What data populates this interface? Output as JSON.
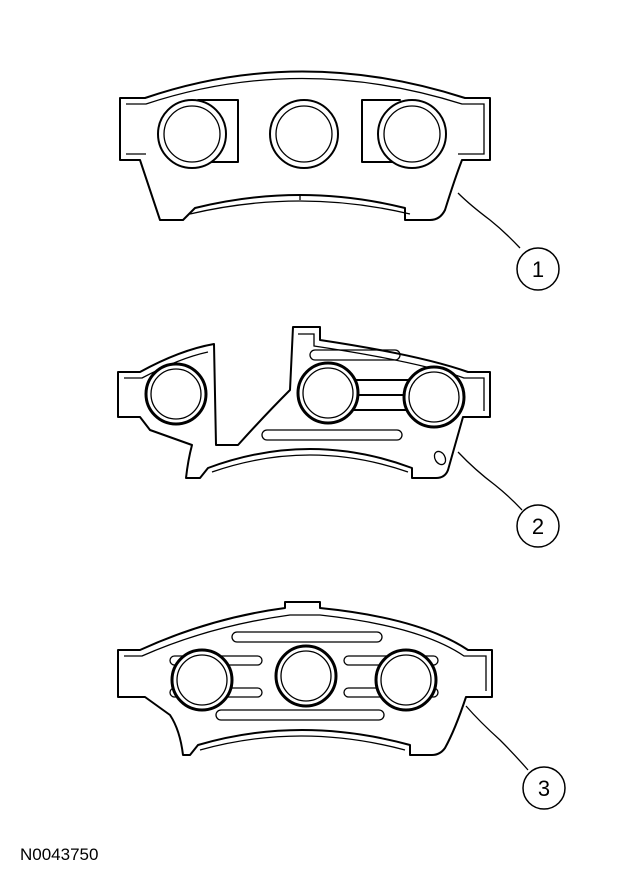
{
  "callouts": [
    {
      "label": "1"
    },
    {
      "label": "2"
    },
    {
      "label": "3"
    }
  ],
  "reference_code": "N0043750",
  "colors": {
    "line": "#000000",
    "background": "#ffffff"
  }
}
